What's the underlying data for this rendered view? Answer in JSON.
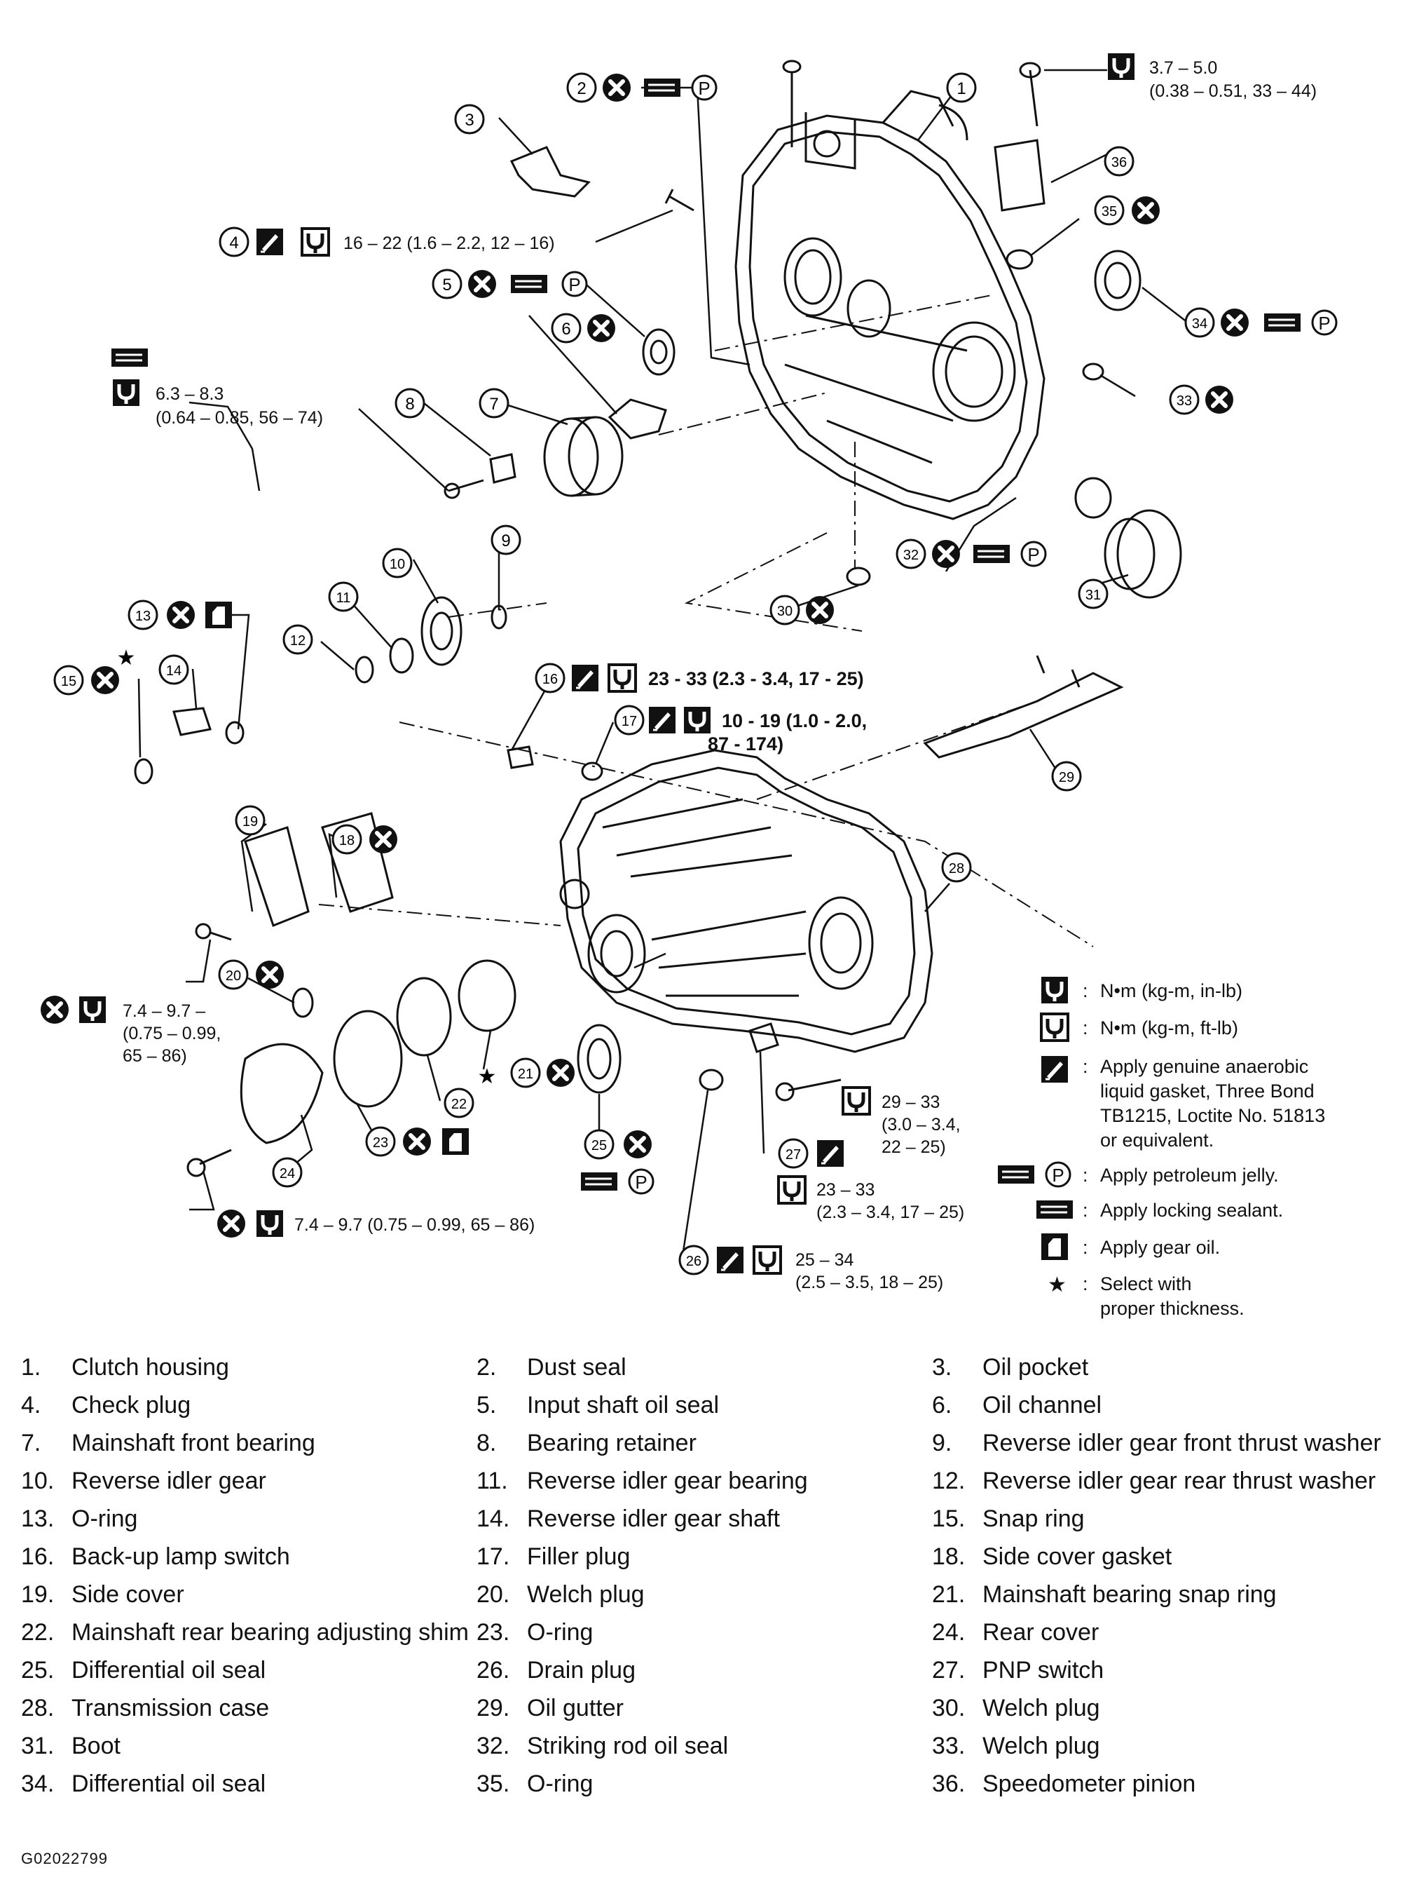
{
  "callouts": {
    "c1": "1",
    "c2": "2",
    "c3": "3",
    "c4": "4",
    "c5": "5",
    "c6": "6",
    "c7": "7",
    "c8": "8",
    "c9": "9",
    "c10": "10",
    "c11": "11",
    "c12": "12",
    "c13": "13",
    "c14": "14",
    "c15": "15",
    "c16": "16",
    "c17": "17",
    "c18": "18",
    "c19": "19",
    "c20": "20",
    "c21": "21",
    "c22": "22",
    "c23": "23",
    "c24": "24",
    "c25": "25",
    "c26": "26",
    "c27": "27",
    "c28": "28",
    "c29": "29",
    "c30": "30",
    "c31": "31",
    "c32": "32",
    "c33": "33",
    "c34": "34",
    "c35": "35",
    "c36": "36"
  },
  "torques": {
    "t_top_1": "3.7 – 5.0",
    "t_top_2": "(0.38 – 0.51, 33 – 44)",
    "t_4": "16 – 22 (1.6 – 2.2, 12 – 16)",
    "t_8_1": "6.3 – 8.3",
    "t_8_2": "(0.64 – 0.85, 56 – 74)",
    "t_16": "23 - 33 (2.3 - 3.4, 17 - 25)",
    "t_17_1": "10 - 19 (1.0 - 2.0,",
    "t_17_2": "87 - 174)",
    "t_left_1": "7.4 – 9.7 –",
    "t_left_2": "(0.75 – 0.99,",
    "t_left_3": "65 – 86)",
    "t_bottom": "7.4 – 9.7 (0.75 – 0.99, 65 – 86)",
    "t_bolt_1": "29 – 33",
    "t_bolt_2": "(3.0 – 3.4,",
    "t_bolt_3": "22 – 25)",
    "t_27_1": "23 – 33",
    "t_27_2": "(2.3 – 3.4, 17 – 25)",
    "t_26_1": "25 – 34",
    "t_26_2": "(2.5 – 3.5, 18 – 25)"
  },
  "legend": {
    "nm_in_lb": "N•m (kg-m, in-lb)",
    "nm_ft_lb": "N•m (kg-m, ft-lb)",
    "anaerobic_1": "Apply genuine anaerobic",
    "anaerobic_2": "liquid gasket, Three Bond",
    "anaerobic_3": "TB1215, Loctite No. 51813",
    "anaerobic_4": "or equivalent.",
    "petroleum": "Apply petroleum jelly.",
    "locking": "Apply locking sealant.",
    "gear_oil": "Apply gear oil.",
    "select_1": "Select with",
    "select_2": "proper thickness.",
    "colon": ":",
    "p_symbol": "P",
    "star": "★"
  },
  "parts": [
    {
      "num": "1.",
      "name": "Clutch housing"
    },
    {
      "num": "2.",
      "name": "Dust seal"
    },
    {
      "num": "3.",
      "name": "Oil pocket"
    },
    {
      "num": "4.",
      "name": "Check plug"
    },
    {
      "num": "5.",
      "name": "Input shaft oil seal"
    },
    {
      "num": "6.",
      "name": "Oil channel"
    },
    {
      "num": "7.",
      "name": "Mainshaft front bearing"
    },
    {
      "num": "8.",
      "name": "Bearing retainer"
    },
    {
      "num": "9.",
      "name": "Reverse idler gear front thrust washer"
    },
    {
      "num": "10.",
      "name": "Reverse idler gear"
    },
    {
      "num": "11.",
      "name": "Reverse idler gear bearing"
    },
    {
      "num": "12.",
      "name": "Reverse idler gear rear thrust washer"
    },
    {
      "num": "13.",
      "name": "O-ring"
    },
    {
      "num": "14.",
      "name": "Reverse idler gear shaft"
    },
    {
      "num": "15.",
      "name": "Snap ring"
    },
    {
      "num": "16.",
      "name": "Back-up lamp switch"
    },
    {
      "num": "17.",
      "name": "Filler plug"
    },
    {
      "num": "18.",
      "name": "Side cover gasket"
    },
    {
      "num": "19.",
      "name": "Side cover"
    },
    {
      "num": "20.",
      "name": "Welch plug"
    },
    {
      "num": "21.",
      "name": "Mainshaft bearing snap ring"
    },
    {
      "num": "22.",
      "name": "Mainshaft rear bearing adjusting shim"
    },
    {
      "num": "23.",
      "name": "O-ring"
    },
    {
      "num": "24.",
      "name": "Rear cover"
    },
    {
      "num": "25.",
      "name": "Differential oil seal"
    },
    {
      "num": "26.",
      "name": "Drain plug"
    },
    {
      "num": "27.",
      "name": "PNP switch"
    },
    {
      "num": "28.",
      "name": "Transmission case"
    },
    {
      "num": "29.",
      "name": "Oil gutter"
    },
    {
      "num": "30.",
      "name": "Welch plug"
    },
    {
      "num": "31.",
      "name": "Boot"
    },
    {
      "num": "32.",
      "name": "Striking rod oil seal"
    },
    {
      "num": "33.",
      "name": "Welch plug"
    },
    {
      "num": "34.",
      "name": "Differential oil seal"
    },
    {
      "num": "35.",
      "name": "O-ring"
    },
    {
      "num": "36.",
      "name": "Speedometer pinion"
    }
  ],
  "reference_code": "G02022799",
  "icons": [
    "do-not-reuse-icon",
    "torque-in-lb-icon",
    "torque-ft-lb-icon",
    "anaerobic-gasket-icon",
    "petroleum-jelly-icon",
    "locking-sealant-icon",
    "gear-oil-icon",
    "select-thickness-star-icon"
  ]
}
